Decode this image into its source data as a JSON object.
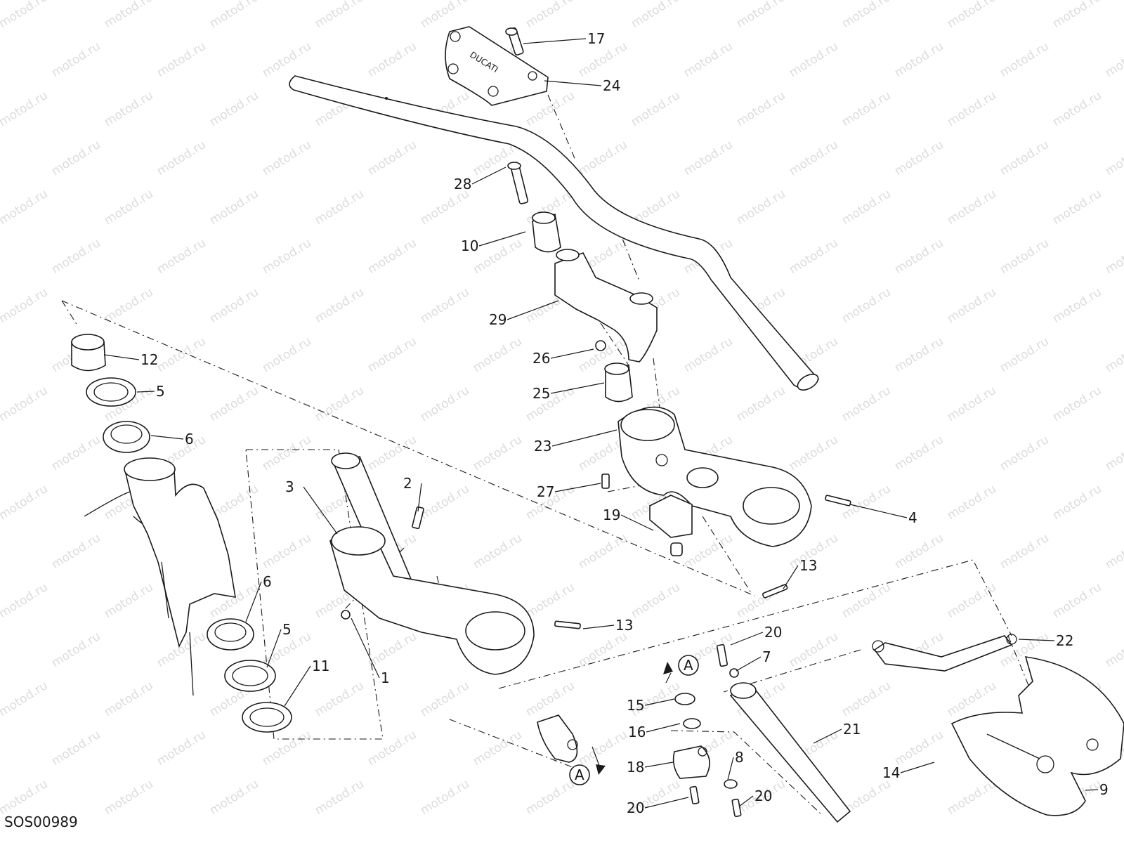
{
  "diagram": {
    "code": "SOS00989",
    "watermark": "motod.ru",
    "view_marker": "A",
    "brand_mark": "DUCATI",
    "callouts": [
      "17",
      "24",
      "28",
      "10",
      "29",
      "26",
      "25",
      "23",
      "27",
      "19",
      "4",
      "13",
      "12",
      "5",
      "6",
      "3",
      "2",
      "1",
      "13",
      "6",
      "5",
      "11",
      "20",
      "7",
      "22",
      "15",
      "16",
      "21",
      "18",
      "8",
      "20",
      "20",
      "14",
      "9"
    ]
  }
}
